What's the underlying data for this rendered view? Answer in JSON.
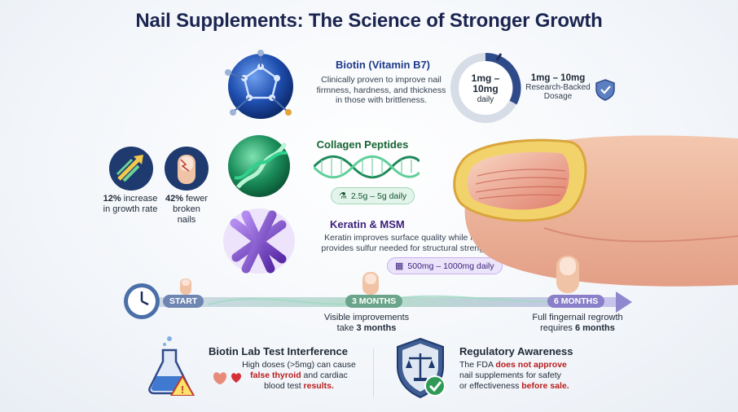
{
  "title": "Nail Supplements: The Science of Stronger Growth",
  "biotin": {
    "heading": "Biotin (Vitamin B7)",
    "description_line1": "Clinically proven to improve nail",
    "description_line2": "firmness, hardness, and thickness",
    "description_line3": "in those with brittleness."
  },
  "dosage_gauge": {
    "line1": "1mg –",
    "line2": "10mg",
    "line3": "daily"
  },
  "research_dosage": {
    "value": "1mg – 10mg",
    "label_line1": "Research-Backed",
    "label_line2": "Dosage",
    "icon": "shield-check-icon"
  },
  "collagen": {
    "heading": "Collagen Peptides",
    "dose_pill": "2.5g – 5g daily"
  },
  "keratin": {
    "heading": "Keratin & MSM",
    "description_line1": "Keratin improves surface quality while MSM",
    "description_line2": "provides sulfur needed for structural strength.",
    "dose_pill": "500mg – 1000mg daily"
  },
  "stats": [
    {
      "value": "12%",
      "line1": "increase",
      "line2": "in growth rate",
      "icon": "growth-arrows-icon"
    },
    {
      "value": "42%",
      "line1": "fewer",
      "line2": "broken",
      "line3": "nails",
      "icon": "broken-nail-icon"
    }
  ],
  "timeline": {
    "start": "START",
    "mid": "3 MONTHS",
    "end": "6 MONTHS",
    "mid_caption_line1": "Visible improvements",
    "mid_caption_pre": "take ",
    "mid_caption_bold": "3 months",
    "end_caption_line1": "Full fingernail regrowth",
    "end_caption_pre": "requires ",
    "end_caption_bold": "6 months"
  },
  "lab_test": {
    "heading": "Biotin Lab Test Interference",
    "line1": "High doses (>5mg) can cause",
    "red1": "false thyroid",
    "mid": " and cardiac",
    "line3": "blood test",
    "red2": "results."
  },
  "regulatory": {
    "heading": "Regulatory Awareness",
    "line1_pre": "The FDA ",
    "line1_red": "does not approve",
    "line2": "nail supplements for safety",
    "line3_pre": "or effectiveness ",
    "line3_red": "before sale."
  },
  "colors": {
    "title": "#1b2550",
    "biotin": "#1e3a8a",
    "collagen": "#166534",
    "keratin": "#3b1f7a",
    "warning": "#b91c1c"
  }
}
